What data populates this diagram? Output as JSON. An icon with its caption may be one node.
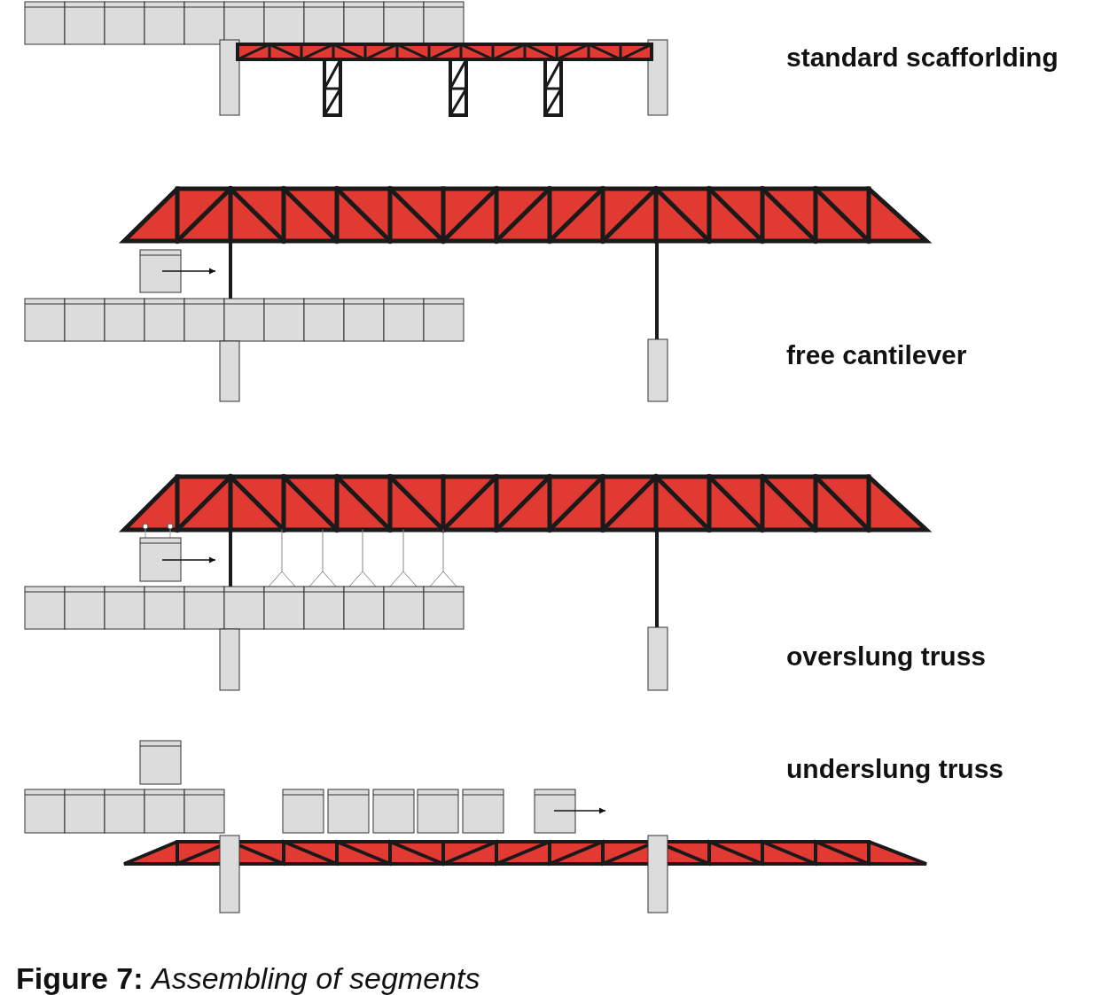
{
  "diagram": {
    "caption": "**Figure 7:** *Assembling of segments*",
    "labels": [
      "standard scafforlding",
      "free cantilever",
      "overslung truss",
      "underslung truss"
    ]
  }
}
